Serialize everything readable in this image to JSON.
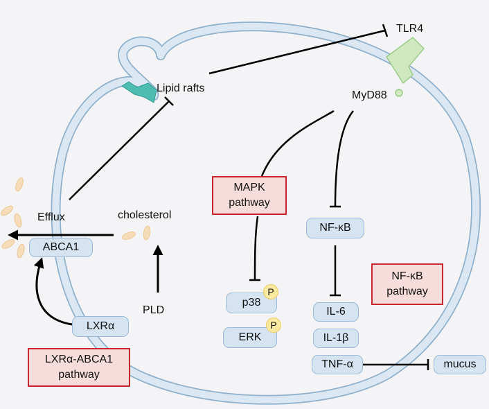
{
  "labels": {
    "tlr4": "TLR4",
    "lipid_rafts": "Lipid rafts",
    "myd88": "MyD88",
    "efflux": "Efflux",
    "cholesterol": "cholesterol",
    "pld": "PLD"
  },
  "pills": {
    "abca1": "ABCA1",
    "lxra": "LXRα",
    "nfkb": "NF-κB",
    "p38": "p38",
    "erk": "ERK",
    "il6": "IL-6",
    "il1b": "IL-1β",
    "tnfa": "TNF-α",
    "mucus": "mucus"
  },
  "phospho": "P",
  "pathways": {
    "mapk": [
      "MAPK",
      "pathway"
    ],
    "nfkb": [
      "NF-κB",
      "pathway"
    ],
    "lxra_abca1": [
      "LXRα-ABCA1",
      "pathway"
    ]
  },
  "colors": {
    "membrane_fill": "#dbe8f4",
    "membrane_stroke": "#8fb0cc",
    "pathway_border": "#c8262f",
    "pathway_fill": "#f7dcdc",
    "node_fill": "#d6e4f2",
    "phospho_fill": "#fbeaa0",
    "receptor_green": "#cfe8c0",
    "lipid_raft_teal": "#4dbcb2",
    "cholesterol_particle": "#f6dcb8"
  }
}
